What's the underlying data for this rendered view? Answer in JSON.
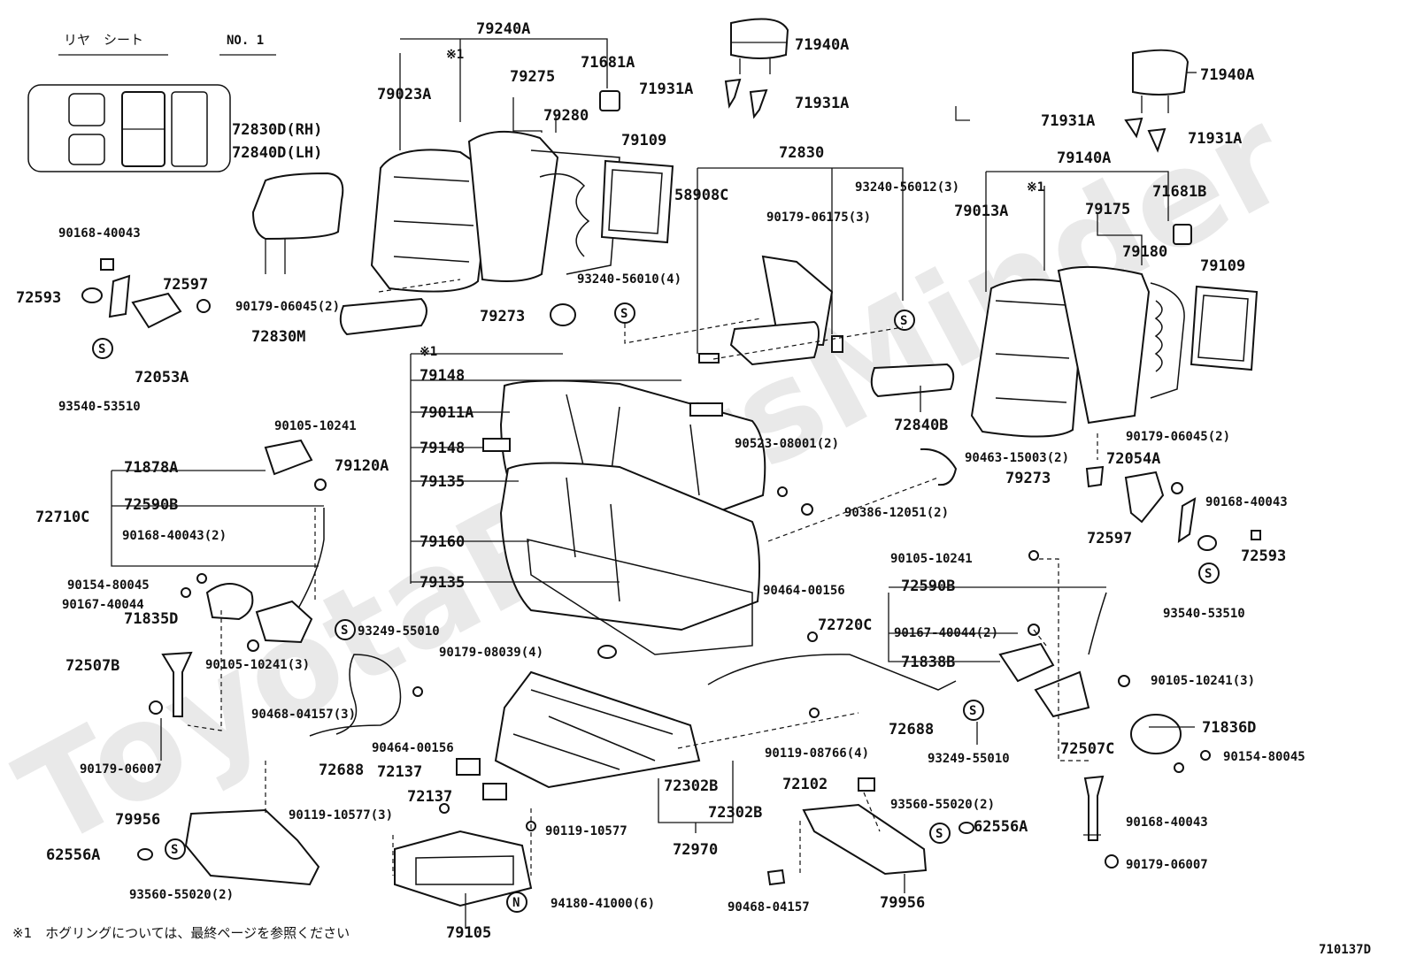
{
  "header": {
    "section_label": "リヤ　シート",
    "page_no": "NO. 1"
  },
  "watermark": "ToyotaPartsMinder",
  "footnote": "※1　ホグリングについては、最終ページを参照ください",
  "drawing_code": "710137D",
  "markers": {
    "s": "S",
    "n": "N",
    "ref1": "※1"
  },
  "labels": [
    "79240A",
    "79023A",
    "79275",
    "71681A",
    "79280",
    "72830D(RH)",
    "72840D(LH)",
    "90168-40043",
    "72597",
    "72593",
    "90179-06045(2)",
    "72053A",
    "93540-53510",
    "72830M",
    "71940A",
    "71931A",
    "71931A",
    "79109",
    "58908C",
    "72830",
    "90179-06175(3)",
    "93240-56012(3)",
    "93240-56010(4)",
    "79273",
    "79148",
    "79011A",
    "79148",
    "79120A",
    "79135",
    "79160",
    "79135",
    "90105-10241",
    "71878A",
    "72710C",
    "72590B",
    "90168-40043(2)",
    "90154-80045",
    "90167-40044",
    "71835D",
    "72507B",
    "90105-10241(3)",
    "90179-06007",
    "93249-55010",
    "90468-04157(3)",
    "90464-00156",
    "72688",
    "72137",
    "72137",
    "79956",
    "90119-10577(3)",
    "90119-10577",
    "62556A",
    "93560-55020(2)",
    "79105",
    "94180-41000(6)",
    "90179-08039(4)",
    "72302B",
    "72302B",
    "72970",
    "90464-00156",
    "72720C",
    "72590B",
    "90167-40044(2)",
    "71838B",
    "72688",
    "93249-55010",
    "90119-08766(4)",
    "72102",
    "93560-55020(2)",
    "62556A",
    "79956",
    "90468-04157",
    "90105-10241",
    "90105-10241(3)",
    "72507C",
    "71836D",
    "90154-80045",
    "90168-40043",
    "90179-06007",
    "90523-08001(2)",
    "90386-12051(2)",
    "90463-15003(2)",
    "72840B",
    "71940A",
    "71931A",
    "71931A",
    "79140A",
    "79013A",
    "79175",
    "71681B",
    "79180",
    "79109",
    "90179-06045(2)",
    "72054A",
    "79273",
    "90168-40043",
    "72597",
    "72593",
    "93540-53510"
  ]
}
